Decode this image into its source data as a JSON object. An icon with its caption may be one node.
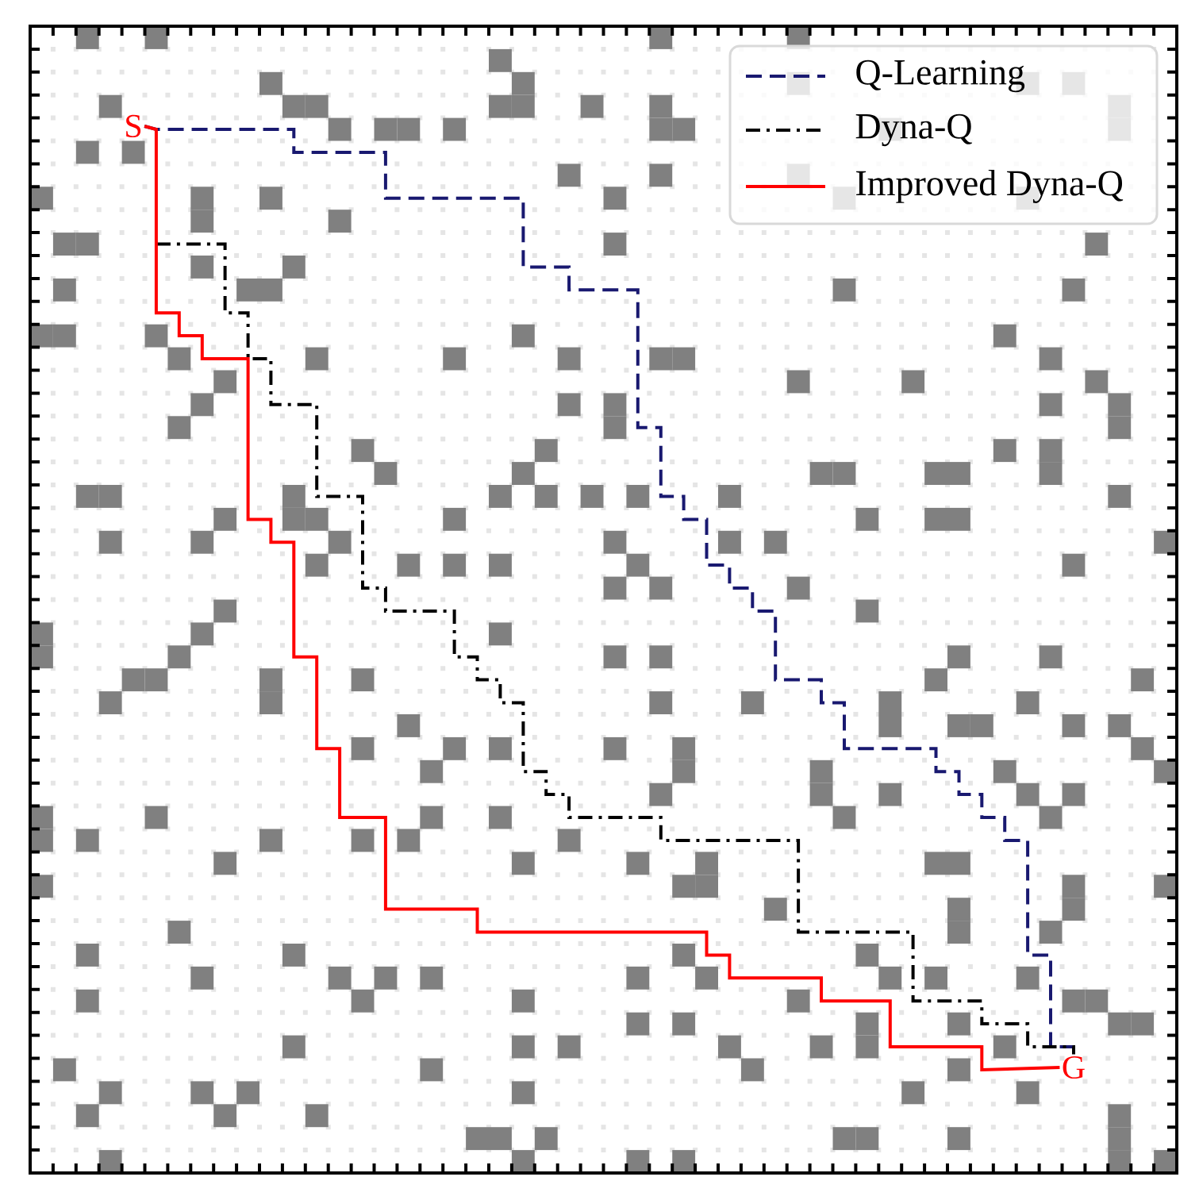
{
  "diagram": {
    "nodes": [
      {
        "text": [
          "S"
        ]
      },
      {
        "text": [
          "G"
        ]
      }
    ],
    "edges": [
      {
        "from": 0,
        "to": 1,
        "arrow": "none",
        "style": "dashed",
        "color": "#191970"
      },
      {
        "from": null,
        "to": 1,
        "arrow": "none",
        "style": "dashed",
        "color": "#000000"
      },
      {
        "from": 0,
        "to": 1,
        "arrow": "none",
        "color": "#ff0000"
      }
    ],
    "legend": [
      {
        "text": "Q-Learning"
      },
      {
        "text": "Dyna-Q"
      },
      {
        "text": "Improved Dyna-Q"
      }
    ]
  }
}
